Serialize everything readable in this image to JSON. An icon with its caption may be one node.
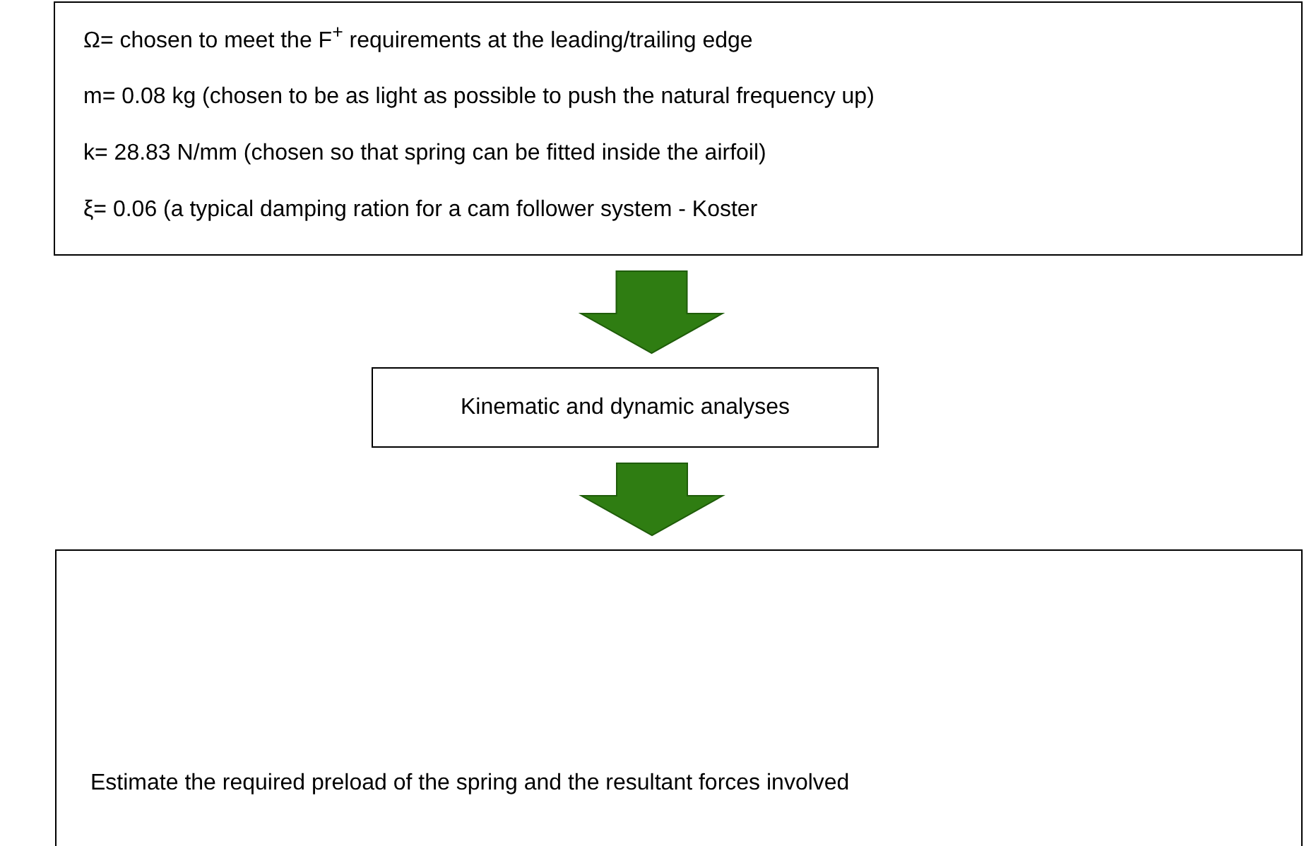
{
  "diagram": {
    "nodes": [
      {
        "text": [
          "Ω= chosen to meet the F$^{+}$ requirements at the leading/trailing edge",
          "m= 0.08 kg (chosen to be as light as possible to push the natural frequency up)",
          "k= 28.83 N/mm (chosen so that spring can be fitted inside the airfoil)",
          "ξ= 0.06 (a typical damping ration for a cam follower system - Koster"
        ]
      },
      {
        "text": [
          "Kinematic and dynamic analyses"
        ]
      },
      {
        "text": [
          "Estimate the required preload of the spring and the resultant forces involved"
        ]
      }
    ],
    "edges": [
      {
        "from": 0,
        "to": 1,
        "arrow": "to"
      },
      {
        "from": 1,
        "to": 2,
        "arrow": "to"
      }
    ]
  }
}
